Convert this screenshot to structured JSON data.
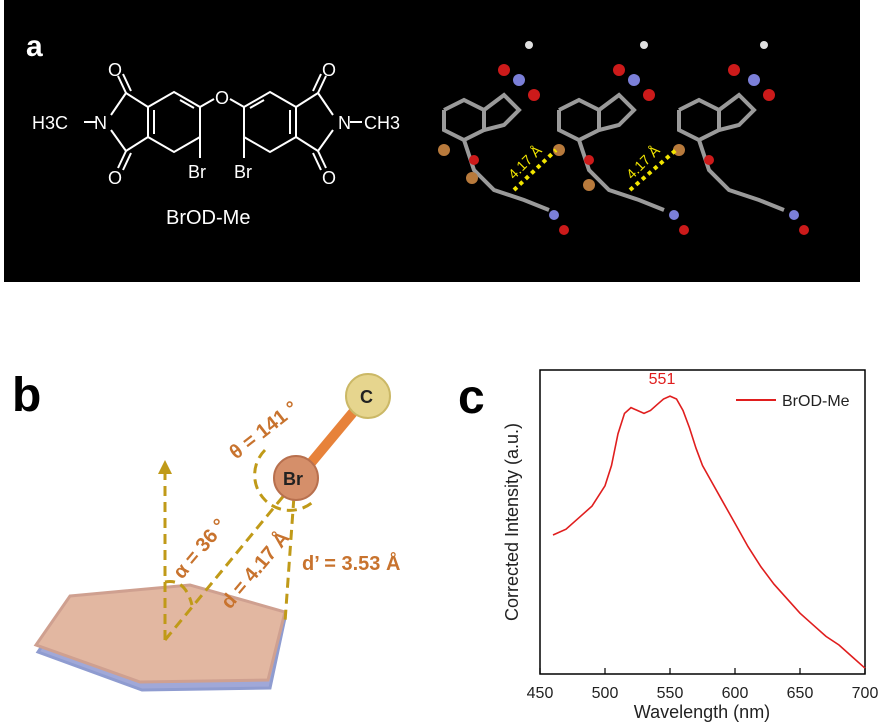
{
  "panel_a": {
    "letter": "a",
    "compound_name": "BrOD-Me",
    "labels": {
      "methyl_left": "H3C",
      "methyl_right": "CH3",
      "nitrogen": "N",
      "oxygen": "O",
      "bromine": "Br"
    },
    "distance_label": "4.17 Å"
  },
  "panel_b": {
    "letter": "b",
    "atom_c": "C",
    "atom_br": "Br",
    "theta": "θ = 141 °",
    "alpha": "α = 36 °",
    "d": "d = 4.17 Å",
    "d_prime": "d’ = 3.53 Å"
  },
  "panel_c": {
    "letter": "c",
    "peak_label": "551"
  },
  "colors": {
    "line": "#e01e1e",
    "orange_text": "#c8732e",
    "dashed": "#c09a18",
    "yellow": "#f2e500",
    "bromine": "#b87a3c"
  },
  "chart_data": {
    "type": "line",
    "xlabel": "Wavelength (nm)",
    "ylabel": "Corrected Intensity (a.u.)",
    "xlim": [
      450,
      700
    ],
    "ylim": [
      0,
      1.05
    ],
    "xticks": [
      450,
      500,
      550,
      600,
      650,
      700
    ],
    "grid": false,
    "legend_position": "top-right",
    "series": [
      {
        "name": "BrOD-Me",
        "x": [
          460,
          470,
          480,
          490,
          500,
          505,
          510,
          515,
          520,
          525,
          530,
          535,
          540,
          545,
          550,
          555,
          560,
          565,
          570,
          575,
          580,
          590,
          600,
          610,
          620,
          630,
          640,
          650,
          660,
          670,
          680,
          690,
          700
        ],
        "y": [
          0.48,
          0.5,
          0.54,
          0.58,
          0.65,
          0.72,
          0.83,
          0.9,
          0.92,
          0.91,
          0.9,
          0.91,
          0.93,
          0.95,
          0.96,
          0.95,
          0.91,
          0.85,
          0.78,
          0.72,
          0.68,
          0.6,
          0.52,
          0.44,
          0.37,
          0.31,
          0.26,
          0.21,
          0.17,
          0.13,
          0.1,
          0.06,
          0.02
        ]
      }
    ]
  }
}
